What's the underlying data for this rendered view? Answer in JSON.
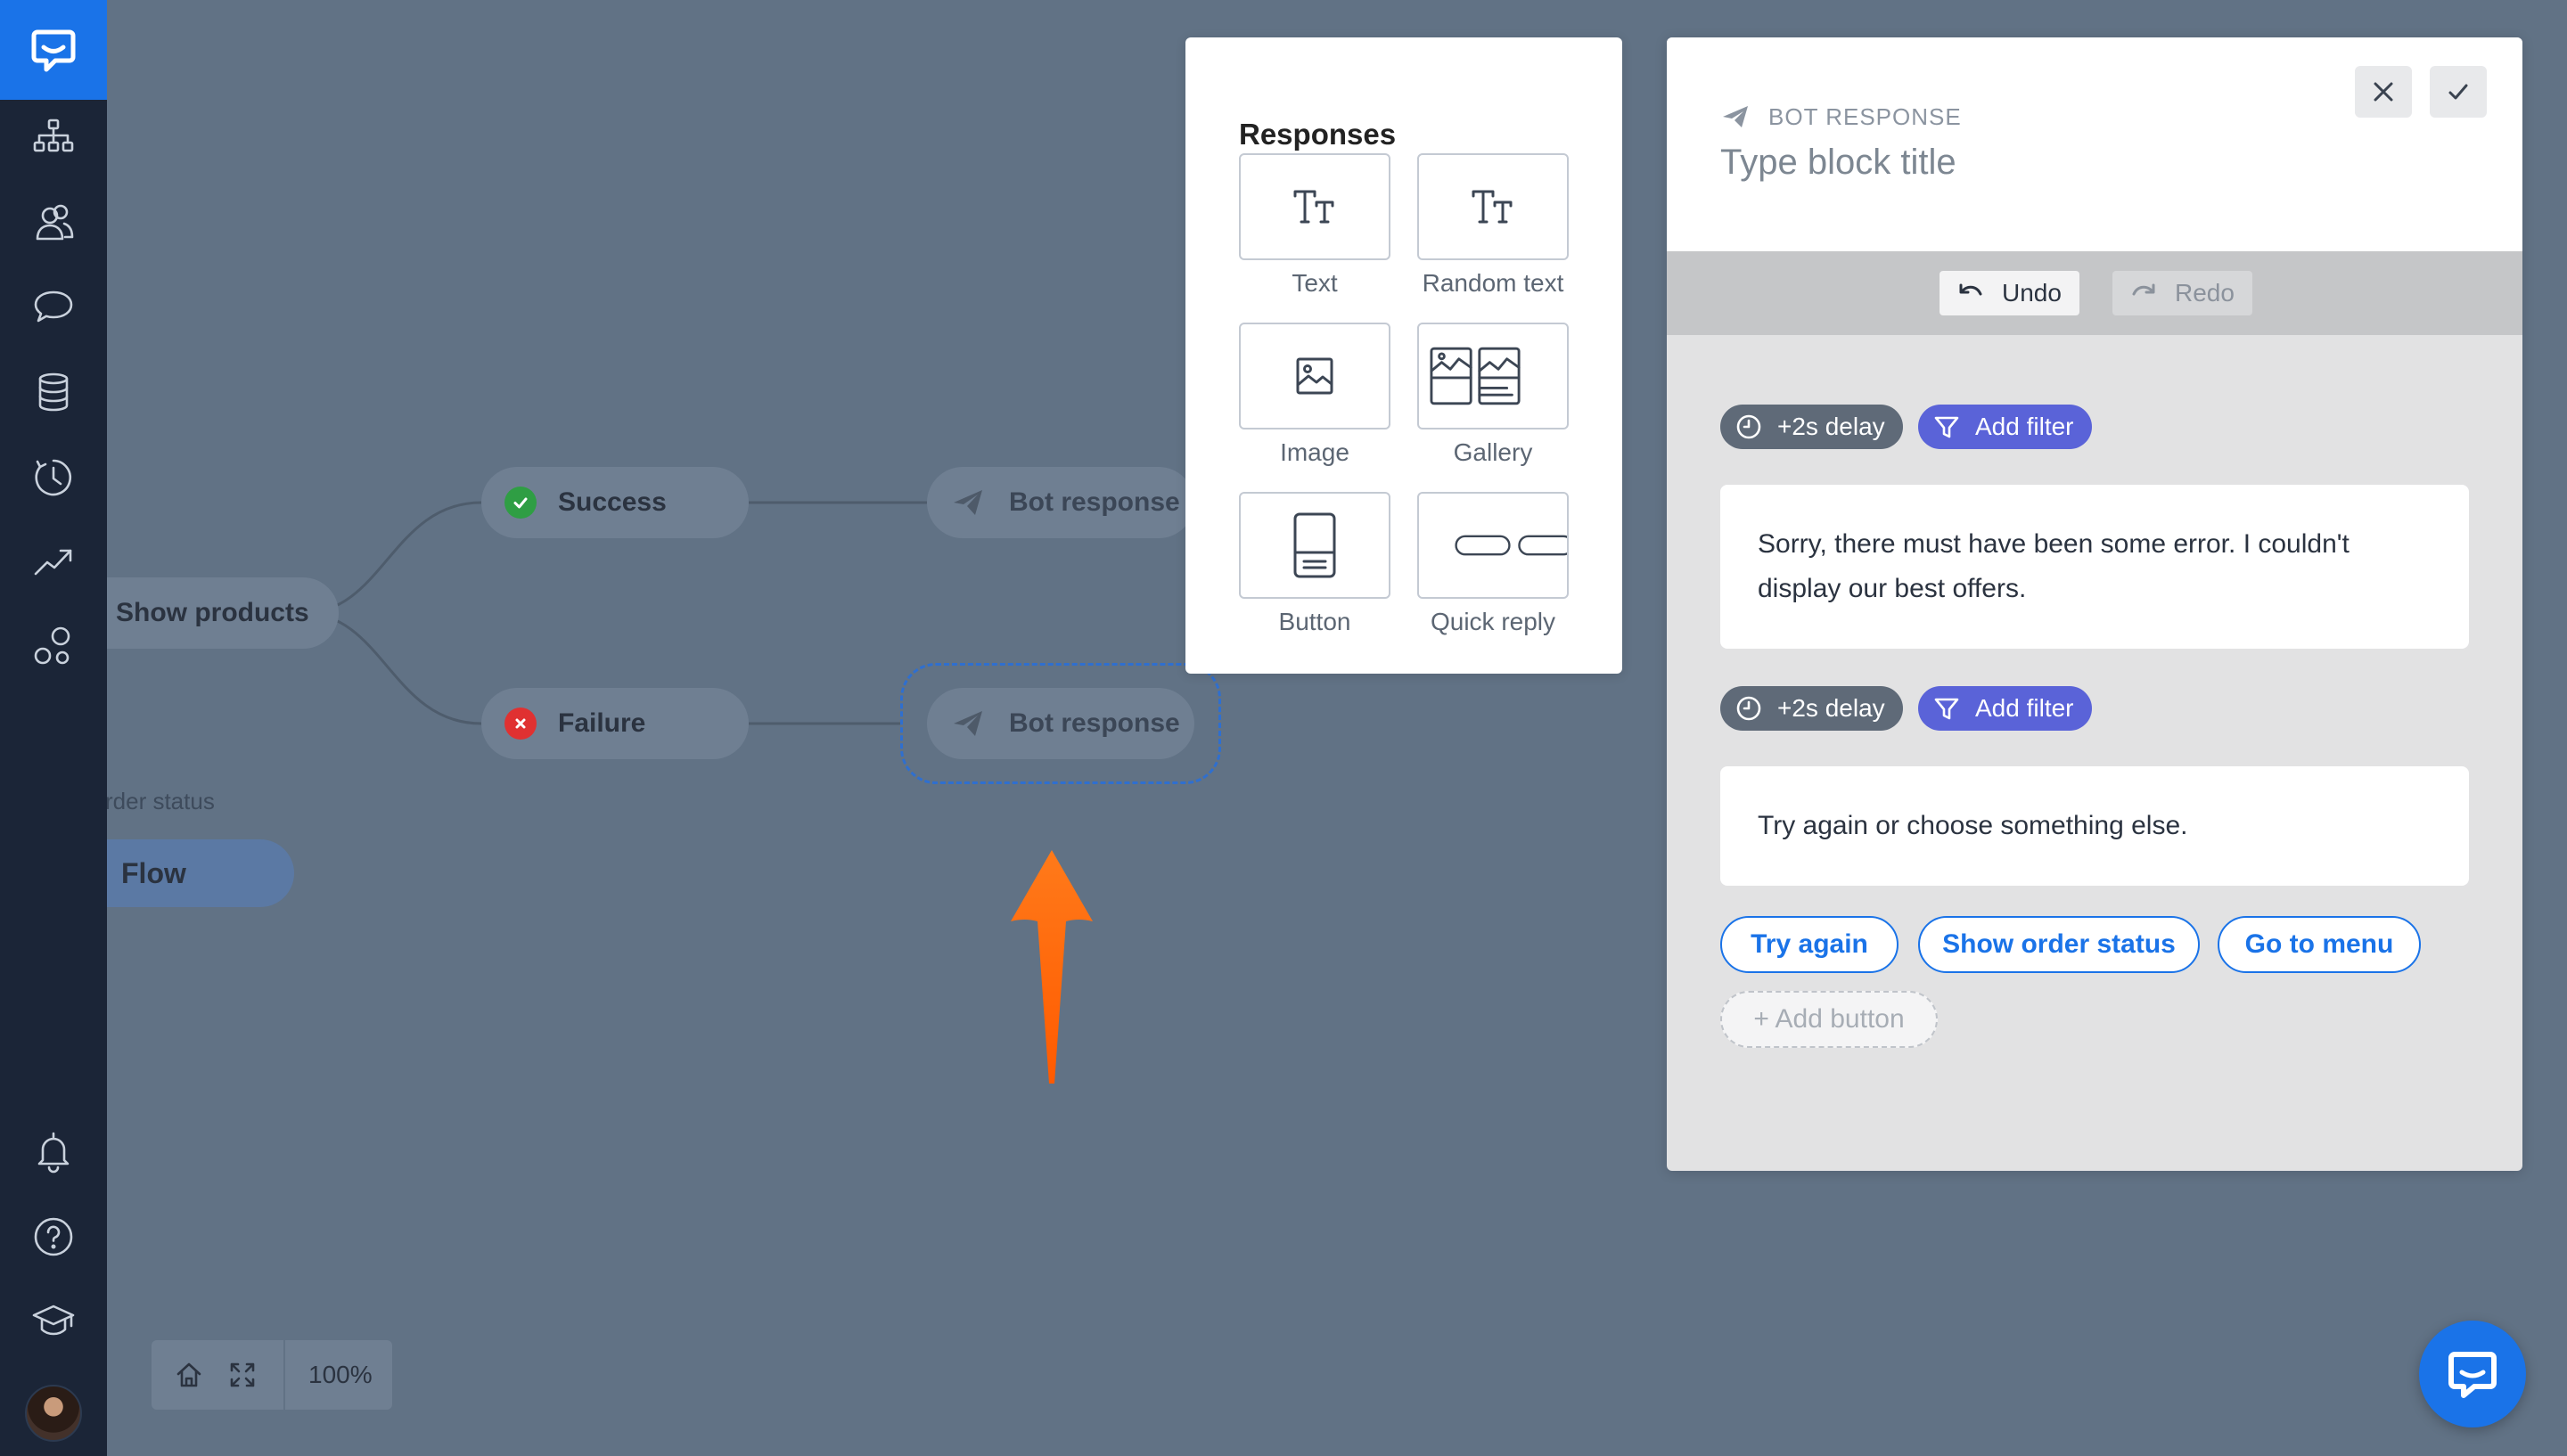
{
  "sidebar": {
    "items": [
      {
        "name": "flow-icon"
      },
      {
        "name": "audience-icon"
      },
      {
        "name": "chat-icon"
      },
      {
        "name": "database-icon"
      },
      {
        "name": "history-icon"
      },
      {
        "name": "analytics-icon"
      },
      {
        "name": "integrations-icon"
      },
      {
        "name": "bell-icon"
      },
      {
        "name": "help-icon"
      },
      {
        "name": "academy-icon"
      }
    ]
  },
  "canvas": {
    "node_show_products": "Show products",
    "node_success": "Success",
    "node_failure": "Failure",
    "node_bot_response_1": "Bot response",
    "node_bot_response_2": "Bot response",
    "side_order_status": "rder status",
    "side_flow": "Flow"
  },
  "zoom": {
    "value": "100%"
  },
  "responses": {
    "title": "Responses",
    "items": [
      {
        "label": "Text",
        "icon": "text-icon"
      },
      {
        "label": "Random text",
        "icon": "random-text-icon"
      },
      {
        "label": "Image",
        "icon": "image-icon"
      },
      {
        "label": "Gallery",
        "icon": "gallery-icon"
      },
      {
        "label": "Button",
        "icon": "button-icon"
      },
      {
        "label": "Quick reply",
        "icon": "quick-reply-icon"
      }
    ]
  },
  "editor": {
    "kicker": "BOT RESPONSE",
    "title_placeholder": "Type block title",
    "undo": "Undo",
    "redo": "Redo",
    "blocks": [
      {
        "delay": "+2s delay",
        "filter": "Add filter",
        "message": "Sorry, there must have been some error. I couldn't display our best offers."
      },
      {
        "delay": "+2s delay",
        "filter": "Add filter",
        "message": "Try again or choose something else."
      }
    ],
    "quick_buttons": [
      "Try again",
      "Show order status",
      "Go to menu"
    ],
    "add_button": "+ Add button"
  },
  "colors": {
    "accent": "#1a73e8",
    "filter_chip": "#5a63d8",
    "delay_chip": "#5f6a78",
    "arrow": "#ff6b00",
    "success": "#2f9e44",
    "failure": "#e03131"
  }
}
